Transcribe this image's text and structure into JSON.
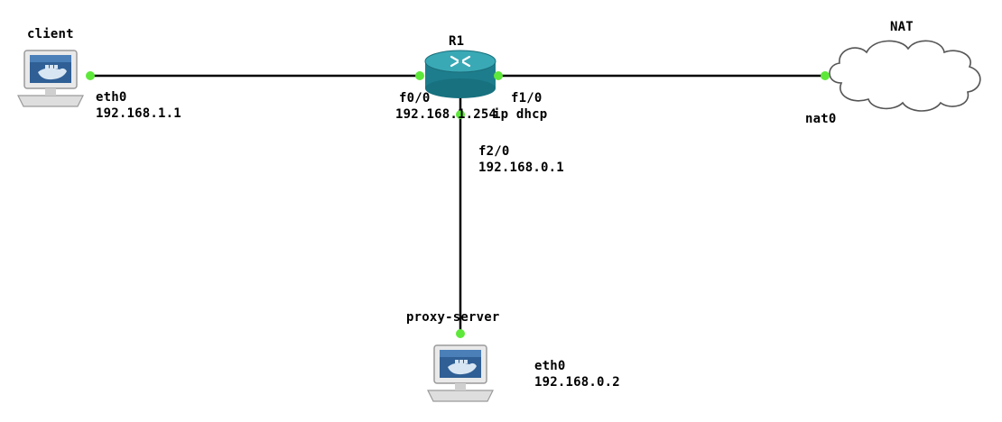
{
  "nodes": {
    "client": {
      "name": "client",
      "icon": "docker-host-icon"
    },
    "router": {
      "name": "R1",
      "icon": "router-icon"
    },
    "nat": {
      "name": "NAT",
      "icon": "cloud-icon"
    },
    "proxy": {
      "name": "proxy-server",
      "icon": "docker-host-icon"
    }
  },
  "interfaces": {
    "client_eth0": {
      "name": "eth0",
      "ip": "192.168.1.1"
    },
    "r1_f00": {
      "name": "f0/0",
      "ip": "192.168.1.254"
    },
    "r1_f10": {
      "name": "f1/0",
      "ip": "ip dhcp"
    },
    "r1_f20": {
      "name": "f2/0",
      "ip": "192.168.0.1"
    },
    "nat0": {
      "name": "nat0"
    },
    "proxy_eth0": {
      "name": "eth0",
      "ip": "192.168.0.2"
    }
  },
  "colors": {
    "link": "#000000",
    "port": "#5ee83a",
    "router": "#1f8a98",
    "cloud_stroke": "#555555"
  }
}
